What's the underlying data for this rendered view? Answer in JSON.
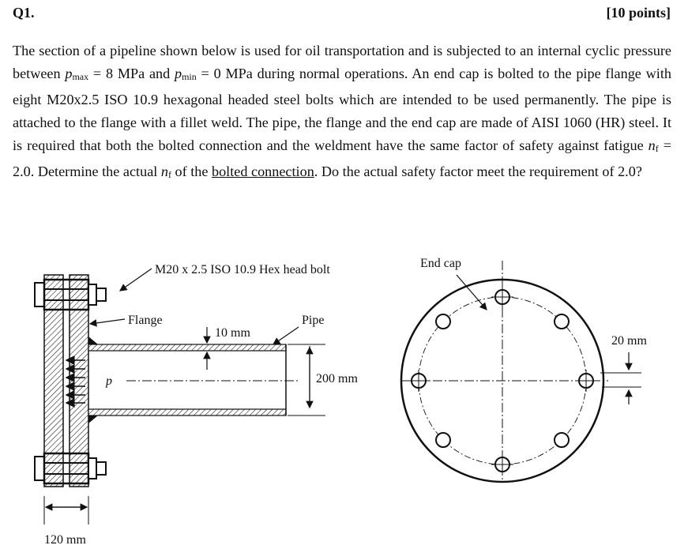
{
  "header": {
    "question": "Q1.",
    "points": "[10 points]"
  },
  "problem": {
    "t1": "The section of a pipeline shown below is used for oil transportation and is subjected to an internal cyclic pressure between ",
    "pmax_sym": "p",
    "pmax_sub": "max",
    "t2": " = 8 MPa and ",
    "pmin_sym": "p",
    "pmin_sub": "min",
    "t3": " = 0 MPa during normal operations. An end cap is bolted to the pipe flange with eight M20x2.5 ISO 10.9 hexagonal headed steel bolts which are intended to be used permanently. The pipe is attached to the flange with a fillet weld. The pipe, the flange and the end cap are made of AISI 1060 (HR) steel. It is required that both the bolted connection and the weldment have the same factor of safety against fatigue ",
    "nf_sym1": "n",
    "nf_sub1": "f",
    "t4": " = 2.0. Determine the actual ",
    "nf_sym2": "n",
    "nf_sub2": "f",
    "t5": " of the ",
    "underlined": "bolted connection",
    "t6": ". Do the actual safety factor meet the requirement of 2.0?"
  },
  "figure": {
    "bolt_label": "M20 x 2.5 ISO 10.9 Hex head bolt",
    "flange_label": "Flange",
    "pipe_label": "Pipe",
    "wall_label": "10 mm",
    "diameter_label": "200 mm",
    "pressure_label": "p",
    "width_label": "120 mm",
    "endcap_label": "End cap",
    "offset_label": "20 mm"
  }
}
